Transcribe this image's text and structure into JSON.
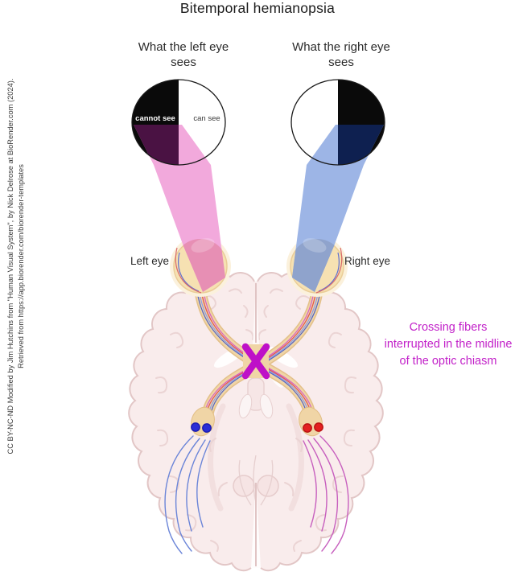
{
  "title": "Bitemporal hemianopsia",
  "left_panel": {
    "heading": "What the left eye sees",
    "label_cannot_see": "cannot see",
    "label_can_see": "can see",
    "eye_label": "Left eye"
  },
  "right_panel": {
    "heading": "What the right eye sees",
    "eye_label": "Right eye"
  },
  "annotation": {
    "text": "Crossing fibers interrupted in the midline of the optic chiasm",
    "color": "#C221C9"
  },
  "attribution": {
    "line1": "CC BY-NC-ND Modified by Jim Hutchins from \"Human Visual System\", by Nick Delrose at BioRender.com (2024).",
    "line2": "Retrieved from https://app.biorender.com/biorender-templates"
  },
  "colors": {
    "field_blind": "#0A0A0A",
    "beam_left": "#F2A9DC",
    "beam_left_on_black": "#4A1243",
    "beam_left_on_eye": "#E78FB4",
    "beam_right": "#9DB5E6",
    "beam_right_on_black": "#0E2050",
    "beam_right_on_eye": "#8FA3CC",
    "chiasm_x": "#BE10C8",
    "nerve_tan": "#F0D5A6",
    "eye_fill": "#F6E1B2",
    "fiber_blue": "#4E63C8",
    "fiber_light_blue": "#8B9BE8",
    "fiber_red": "#E05050",
    "fiber_pink": "#D55FC5",
    "radiation_left": "#6B85D8",
    "radiation_right": "#C75FBE",
    "dot_blue": "#2A2ED6",
    "dot_red": "#E32020"
  }
}
